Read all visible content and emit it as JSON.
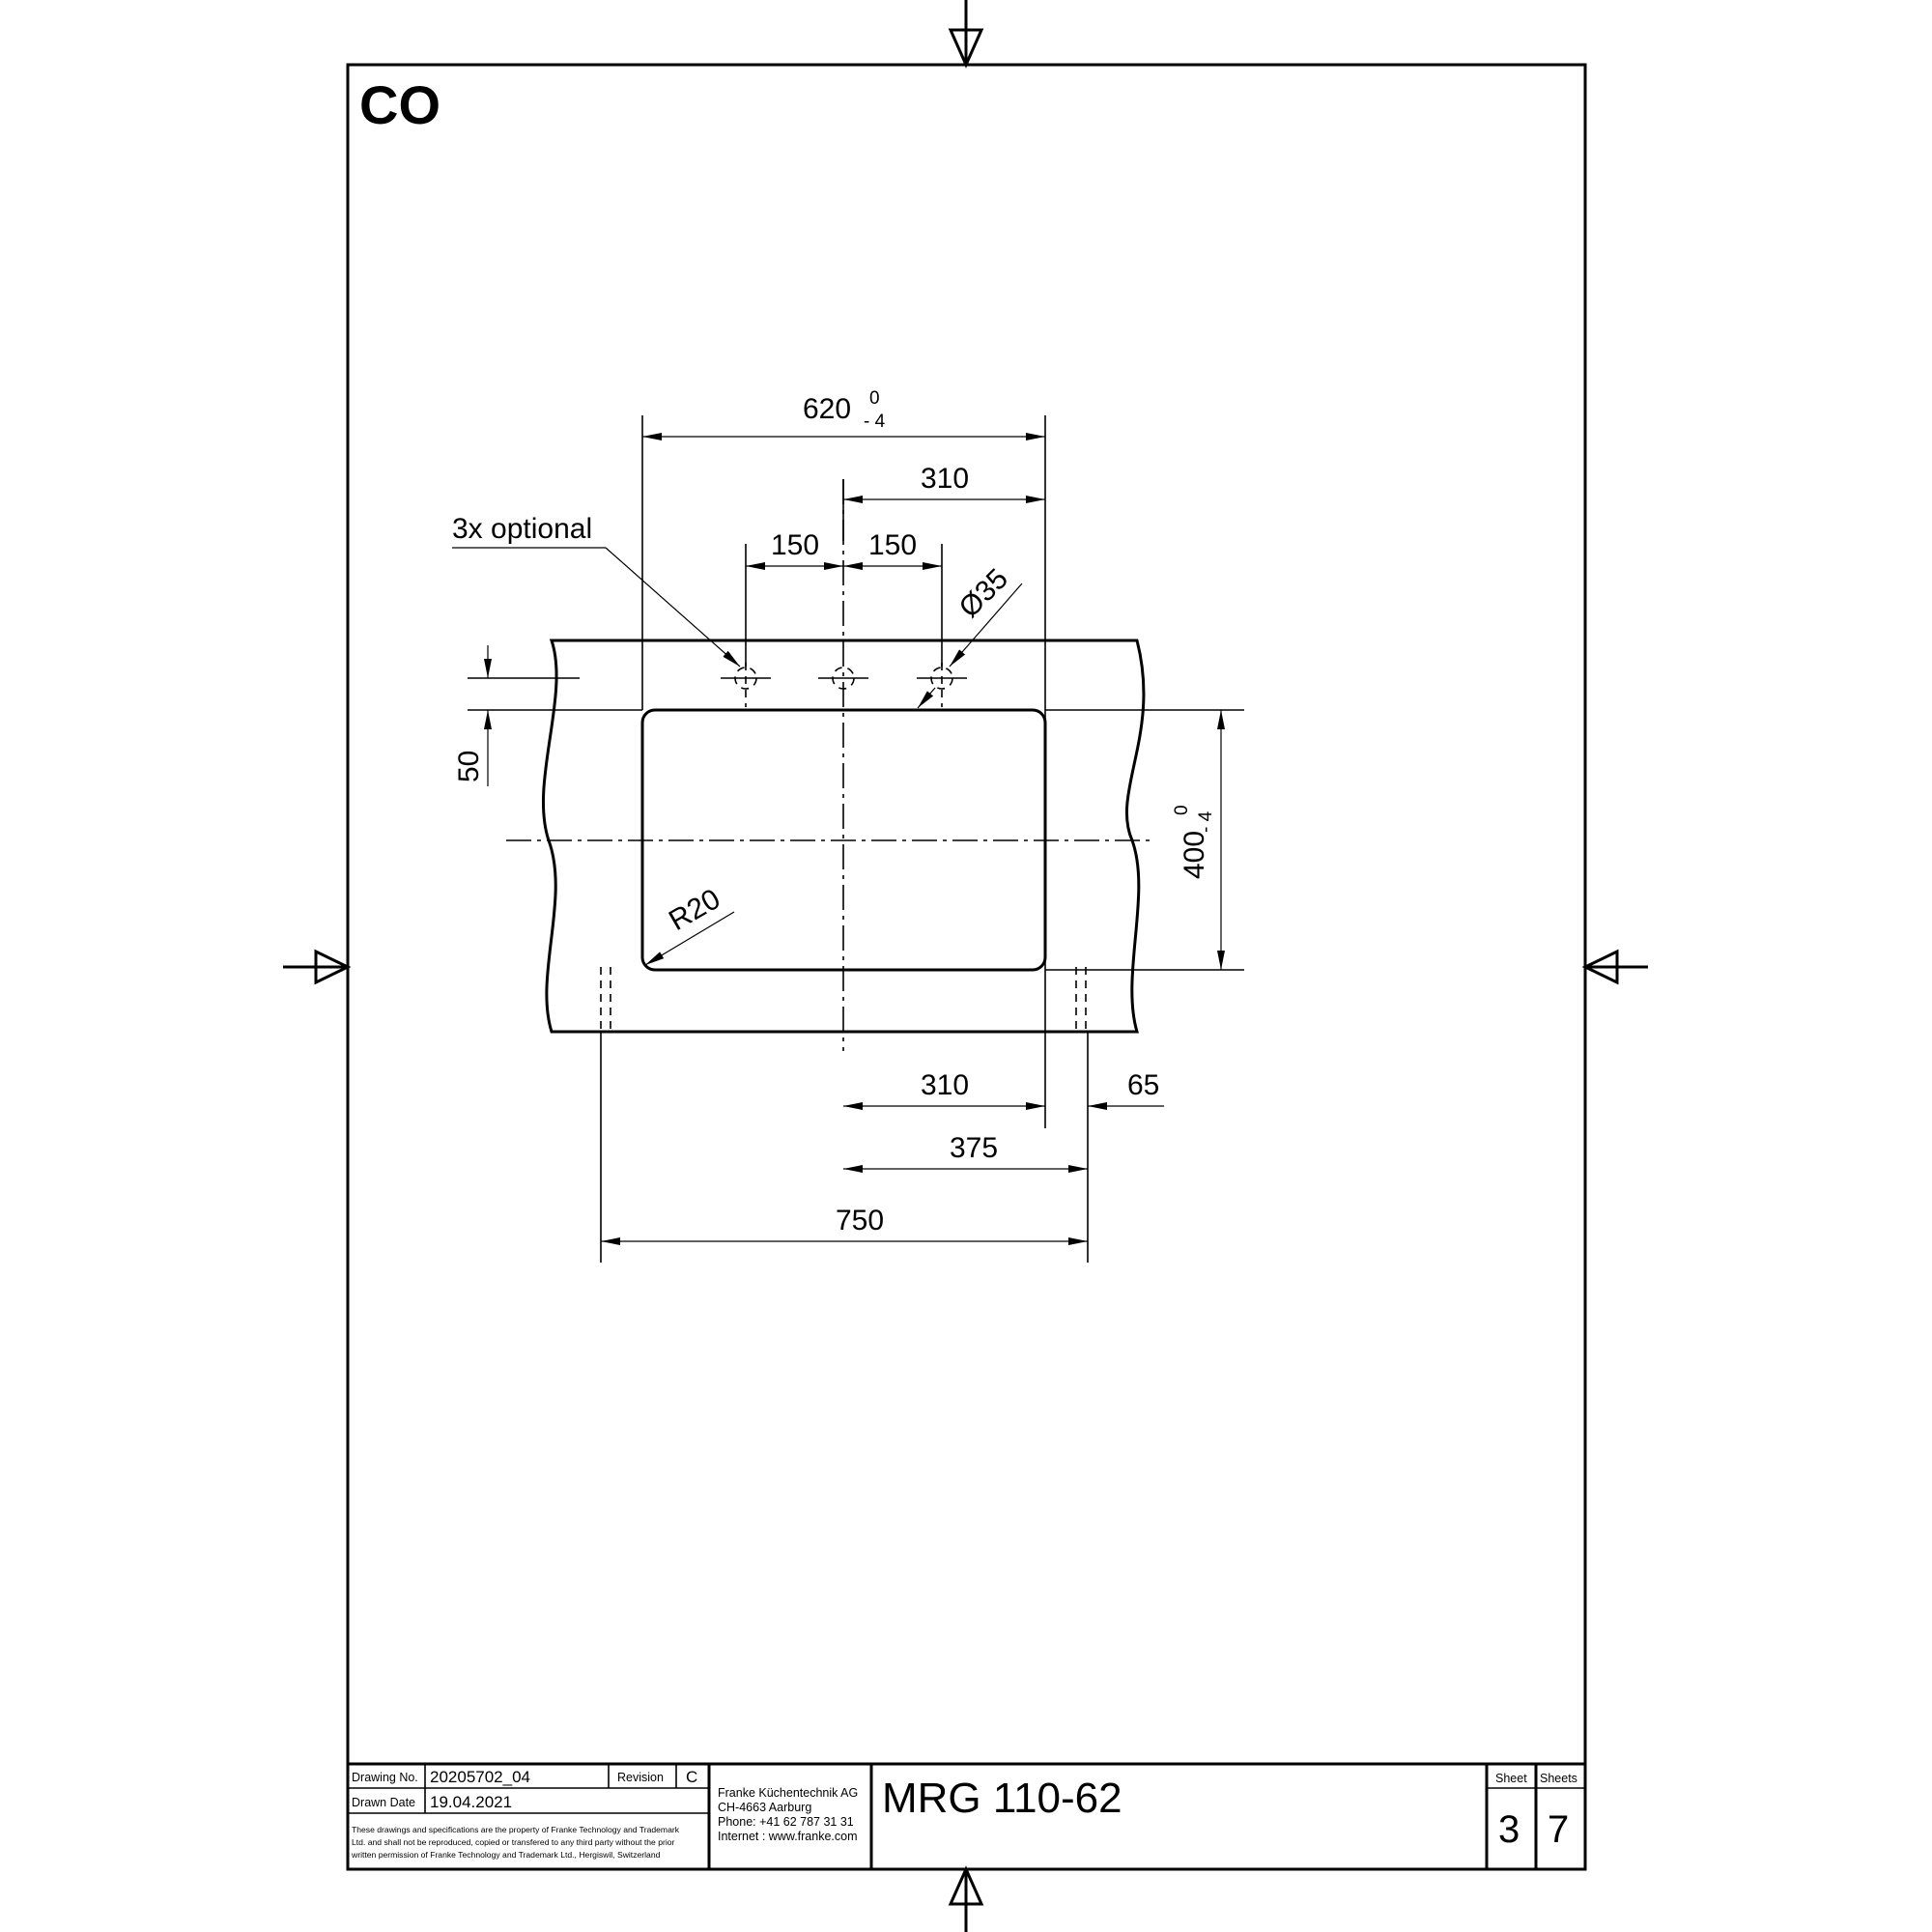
{
  "view_label": "CO",
  "annotations": {
    "optional_note": "3x optional",
    "hole_diameter": "Ø35",
    "corner_radius": "R20"
  },
  "dimensions": {
    "overall_width": "620",
    "overall_width_tol_upper": "0",
    "overall_width_tol_lower": "- 4",
    "half_width_top": "310",
    "hole_spacing_left": "150",
    "hole_spacing_right": "150",
    "hole_offset": "50",
    "cutout_height": "400",
    "cutout_height_tol_upper": "0",
    "cutout_height_tol_lower": "- 4",
    "half_width_bottom": "310",
    "edge_offset": "65",
    "half_cabinet": "375",
    "cabinet_width": "750"
  },
  "title_block": {
    "drawing_no_label": "Drawing No.",
    "drawing_no": "20205702_04",
    "revision_label": "Revision",
    "revision": "C",
    "drawn_date_label": "Drawn Date",
    "drawn_date": "19.04.2021",
    "disclaimer_1": "These drawings and specifications are the property of Franke Technology and Trademark",
    "disclaimer_2": "Ltd. and shall not be reproduced, copied or transfered to any third party without the prior",
    "disclaimer_3": "written permission of Franke Technology and Trademark Ltd., Hergiswil, Switzerland",
    "company": "Franke Küchentechnik AG",
    "address": "CH-4663 Aarburg",
    "phone": "Phone:  +41 62 787 31 31",
    "internet": "Internet :  www.franke.com",
    "model": "MRG 110-62",
    "sheet_label": "Sheet",
    "sheet": "3",
    "sheets_label": "Sheets",
    "sheets": "7"
  }
}
